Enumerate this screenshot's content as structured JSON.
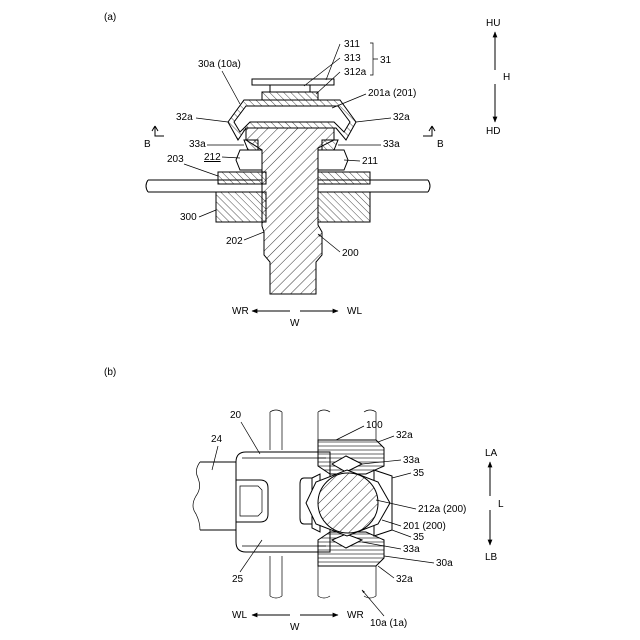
{
  "figure_a": {
    "panel_label": "(a)",
    "labels": {
      "n311": "311",
      "n313": "313",
      "n312a": "312a",
      "n31": "31",
      "n30a": "30a (10a)",
      "n201a": "201a (201)",
      "n32a_left": "32a",
      "n32a_right": "32a",
      "n33a_left": "33a",
      "n33a_right": "33a",
      "b_left": "B",
      "b_right": "B",
      "n212": "212",
      "n211": "211",
      "n203": "203",
      "n300": "300",
      "n202": "202",
      "n200": "200"
    },
    "direction_h": {
      "up": "HU",
      "axis": "H",
      "down": "HD"
    },
    "direction_w": {
      "left": "WR",
      "axis": "W",
      "right": "WL"
    }
  },
  "figure_b": {
    "panel_label": "(b)",
    "labels": {
      "n20": "20",
      "n24": "24",
      "n25": "25",
      "n100": "100",
      "n32a_top": "32a",
      "n32a_bottom": "32a",
      "n33a_top": "33a",
      "n33a_bottom": "33a",
      "n35_top": "35",
      "n35_bottom": "35",
      "n212a": "212a (200)",
      "n201": "201 (200)",
      "n30a": "30a",
      "n10a": "10a (1a)"
    },
    "direction_l": {
      "up": "LA",
      "axis": "L",
      "down": "LB"
    },
    "direction_w": {
      "left": "WL",
      "axis": "W",
      "right": "WR"
    }
  }
}
